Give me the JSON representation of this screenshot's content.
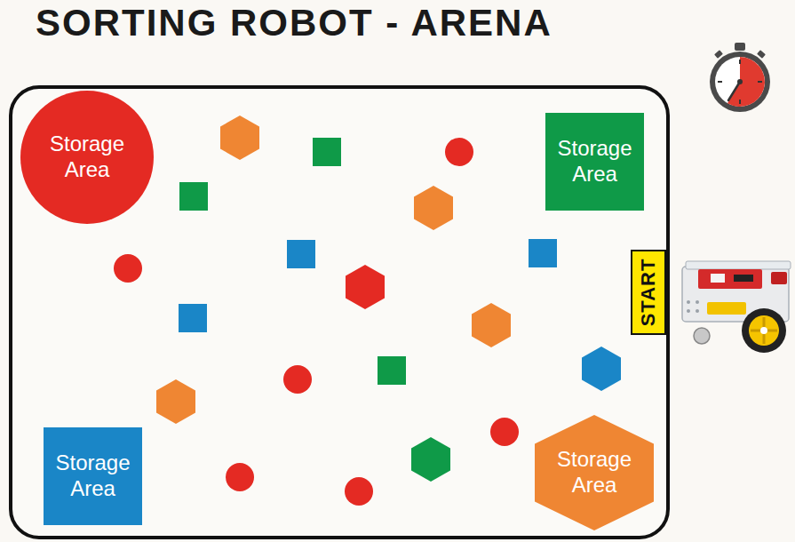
{
  "diagram": {
    "title": "SORTING ROBOT - ARENA",
    "nodes": [
      {
        "text": [
          "Storage Area"
        ]
      },
      {
        "text": [
          "Storage Area"
        ]
      },
      {
        "text": [
          "START"
        ]
      },
      {
        "text": [
          "Storage Area"
        ]
      },
      {
        "text": [
          "Storage Area"
        ]
      }
    ]
  }
}
